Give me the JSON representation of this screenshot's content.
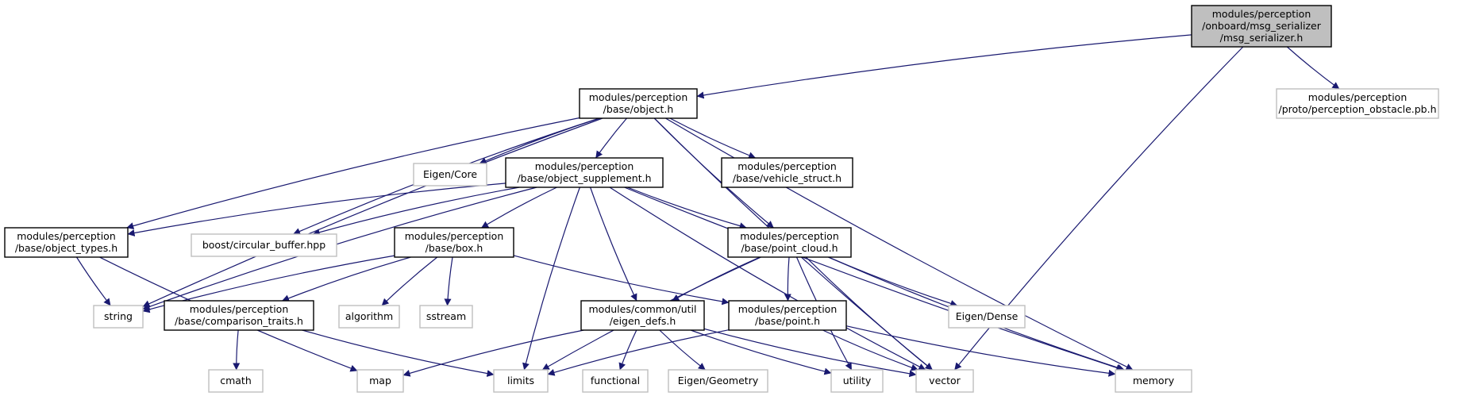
{
  "diagram": {
    "colors": {
      "edge": "#191970",
      "node_border": "#000000",
      "external_border": "#bfbfbf",
      "root_fill": "#bfbfbf",
      "node_fill": "#ffffff"
    },
    "nodes": [
      {
        "id": "msg_serializer",
        "lines": [
          "modules/perception",
          "/onboard/msg_serializer",
          "/msg_serializer.h"
        ],
        "kind": "root"
      },
      {
        "id": "object",
        "lines": [
          "modules/perception",
          "/base/object.h"
        ],
        "kind": "internal"
      },
      {
        "id": "perception_obstacle_pb",
        "lines": [
          "modules/perception",
          "/proto/perception_obstacle.pb.h"
        ],
        "kind": "external"
      },
      {
        "id": "eigen_core",
        "lines": [
          "Eigen/Core"
        ],
        "kind": "external"
      },
      {
        "id": "object_supplement",
        "lines": [
          "modules/perception",
          "/base/object_supplement.h"
        ],
        "kind": "internal"
      },
      {
        "id": "vehicle_struct",
        "lines": [
          "modules/perception",
          "/base/vehicle_struct.h"
        ],
        "kind": "internal"
      },
      {
        "id": "object_types",
        "lines": [
          "modules/perception",
          "/base/object_types.h"
        ],
        "kind": "internal"
      },
      {
        "id": "circular_buffer",
        "lines": [
          "boost/circular_buffer.hpp"
        ],
        "kind": "external"
      },
      {
        "id": "box",
        "lines": [
          "modules/perception",
          "/base/box.h"
        ],
        "kind": "internal"
      },
      {
        "id": "point_cloud",
        "lines": [
          "modules/perception",
          "/base/point_cloud.h"
        ],
        "kind": "internal"
      },
      {
        "id": "string",
        "lines": [
          "string"
        ],
        "kind": "external"
      },
      {
        "id": "comparison_traits",
        "lines": [
          "modules/perception",
          "/base/comparison_traits.h"
        ],
        "kind": "internal"
      },
      {
        "id": "algorithm",
        "lines": [
          "algorithm"
        ],
        "kind": "external"
      },
      {
        "id": "sstream",
        "lines": [
          "sstream"
        ],
        "kind": "external"
      },
      {
        "id": "eigen_defs",
        "lines": [
          "modules/common/util",
          "/eigen_defs.h"
        ],
        "kind": "internal"
      },
      {
        "id": "point",
        "lines": [
          "modules/perception",
          "/base/point.h"
        ],
        "kind": "internal"
      },
      {
        "id": "eigen_dense",
        "lines": [
          "Eigen/Dense"
        ],
        "kind": "external"
      },
      {
        "id": "cmath",
        "lines": [
          "cmath"
        ],
        "kind": "external"
      },
      {
        "id": "map",
        "lines": [
          "map"
        ],
        "kind": "external"
      },
      {
        "id": "limits",
        "lines": [
          "limits"
        ],
        "kind": "external"
      },
      {
        "id": "functional",
        "lines": [
          "functional"
        ],
        "kind": "external"
      },
      {
        "id": "eigen_geometry",
        "lines": [
          "Eigen/Geometry"
        ],
        "kind": "external"
      },
      {
        "id": "utility",
        "lines": [
          "utility"
        ],
        "kind": "external"
      },
      {
        "id": "vector",
        "lines": [
          "vector"
        ],
        "kind": "external"
      },
      {
        "id": "memory",
        "lines": [
          "memory"
        ],
        "kind": "external"
      }
    ],
    "edges": [
      {
        "from": "msg_serializer",
        "to": "object"
      },
      {
        "from": "msg_serializer",
        "to": "perception_obstacle_pb"
      },
      {
        "from": "msg_serializer",
        "to": "vector"
      },
      {
        "from": "object",
        "to": "eigen_core"
      },
      {
        "from": "object",
        "to": "object_supplement"
      },
      {
        "from": "object",
        "to": "vehicle_struct"
      },
      {
        "from": "object",
        "to": "object_types"
      },
      {
        "from": "object",
        "to": "circular_buffer"
      },
      {
        "from": "object",
        "to": "string"
      },
      {
        "from": "object",
        "to": "point_cloud"
      },
      {
        "from": "object",
        "to": "vector"
      },
      {
        "from": "object",
        "to": "memory"
      },
      {
        "from": "object_supplement",
        "to": "object_types"
      },
      {
        "from": "object_supplement",
        "to": "circular_buffer"
      },
      {
        "from": "object_supplement",
        "to": "box"
      },
      {
        "from": "object_supplement",
        "to": "point_cloud"
      },
      {
        "from": "object_supplement",
        "to": "string"
      },
      {
        "from": "object_supplement",
        "to": "limits"
      },
      {
        "from": "object_supplement",
        "to": "eigen_defs"
      },
      {
        "from": "object_supplement",
        "to": "vector"
      },
      {
        "from": "object_supplement",
        "to": "memory"
      },
      {
        "from": "object_types",
        "to": "string"
      },
      {
        "from": "object_types",
        "to": "map"
      },
      {
        "from": "box",
        "to": "string"
      },
      {
        "from": "box",
        "to": "comparison_traits"
      },
      {
        "from": "box",
        "to": "algorithm"
      },
      {
        "from": "box",
        "to": "sstream"
      },
      {
        "from": "box",
        "to": "point"
      },
      {
        "from": "point_cloud",
        "to": "limits"
      },
      {
        "from": "point_cloud",
        "to": "eigen_defs"
      },
      {
        "from": "point_cloud",
        "to": "point"
      },
      {
        "from": "point_cloud",
        "to": "eigen_dense"
      },
      {
        "from": "point_cloud",
        "to": "utility"
      },
      {
        "from": "point_cloud",
        "to": "vector"
      },
      {
        "from": "point_cloud",
        "to": "memory"
      },
      {
        "from": "comparison_traits",
        "to": "cmath"
      },
      {
        "from": "comparison_traits",
        "to": "limits"
      },
      {
        "from": "eigen_defs",
        "to": "map"
      },
      {
        "from": "eigen_defs",
        "to": "functional"
      },
      {
        "from": "eigen_defs",
        "to": "eigen_geometry"
      },
      {
        "from": "eigen_defs",
        "to": "utility"
      },
      {
        "from": "eigen_defs",
        "to": "vector"
      },
      {
        "from": "point",
        "to": "limits"
      },
      {
        "from": "point",
        "to": "vector"
      },
      {
        "from": "point",
        "to": "memory"
      }
    ]
  }
}
